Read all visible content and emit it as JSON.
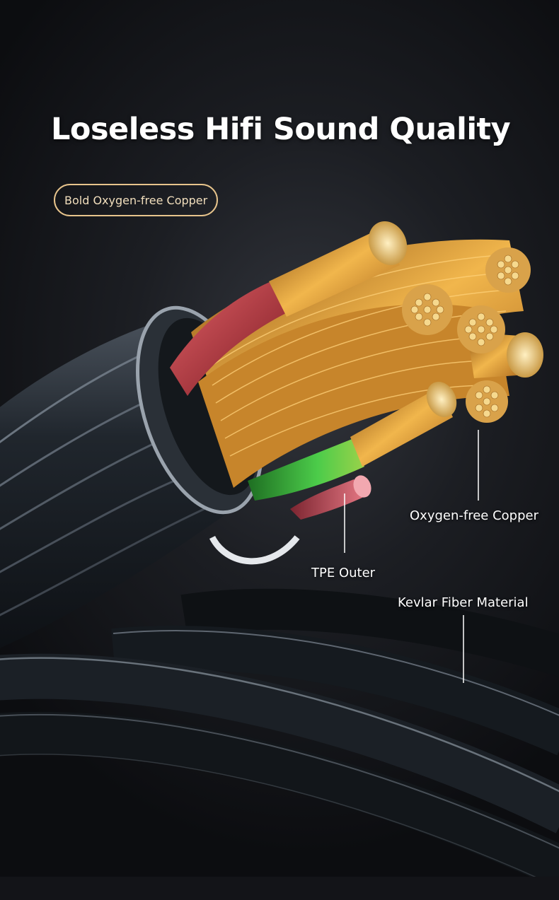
{
  "banner": {
    "headline": "Loseless Hifi Sound Quality",
    "badge": "Bold Oxygen-free Copper"
  },
  "callouts": {
    "copper": "Oxygen-free Copper",
    "tpe": "TPE Outer",
    "kevlar": "Kevlar Fiber Material"
  },
  "colors": {
    "gold": "#e0a63c",
    "copper_core": "#f0cf86",
    "red_jacket": "#c8343c",
    "green_jacket": "#35a838",
    "cable_dark": "#1b2026",
    "badge_border": "#e7c48c"
  }
}
